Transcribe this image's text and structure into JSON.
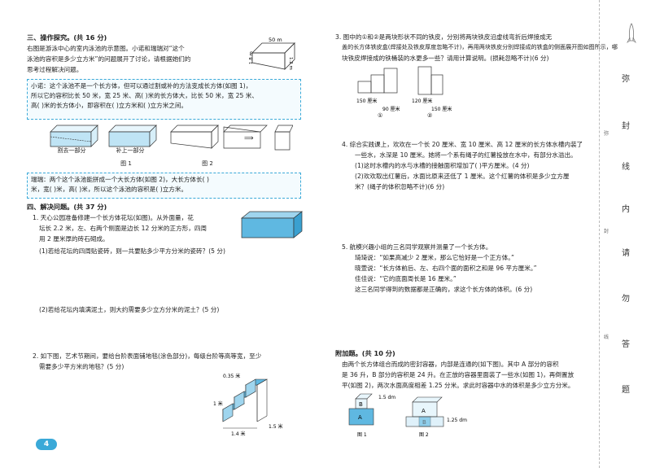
{
  "left": {
    "section3": {
      "heading": "三、操作探究。(共 16 分)",
      "intro": [
        "右图是游泳中心的室内泳池的示意图。小诺和瑞瑞对“这个",
        "泳池的容积是多少立方米”的问题展开了讨论，请根据她们的",
        "思考过程解决问题。"
      ],
      "pool_dims": {
        "length": "50 m",
        "depth_left": "1.8 m",
        "depth_right": "1.2 m"
      },
      "xiaonuo": [
        "小诺：这个泳池不是一个长方体，但可以通过割或补的方法变成长方体(如图 1)，",
        "所以它的容积比长 50 米，宽 25 米、高(      )米的长方体大，比长 50 米，宽 25 米、",
        "高(      )米的长方体小，即容积在(      )立方米和(      )立方米之间。"
      ],
      "fig1_labels": [
        "割去一部分",
        "补上一部分"
      ],
      "fig1_caption": "图 1",
      "fig2_caption": "图 2",
      "ruirui": [
        "瑞瑞：两个这个泳池能拼成一个大长方体(如图 2)，大长方体长(      )",
        "米，宽(      )米，高(      )米，所以这个泳池的容积是(      )立方米。"
      ]
    },
    "section4": {
      "heading": "四、解决问题。(共 37 分)",
      "q1": {
        "text": [
          "1. 天心公园准备修建一个长方体花坛(如图)。从外面量，花",
          "坛长 2.2 米，左、右两个侧面是边长 12 分米的正方形，四周",
          "用 2 厘米厚的砖石砌成。"
        ],
        "sub1": "(1)若给花坛的四周贴瓷砖，则一共要贴多少平方分米的瓷砖？(5 分)",
        "sub2": "(2)若给花坛内填满泥土，则大约需要多少立方分米的泥土？(5 分)"
      },
      "q2": {
        "text": [
          "2. 如下图，艺术节期间，要给台阶表面铺地毯(涂色部分)，每级台阶等高等宽，至少",
          "需要多少平方米的地毯？(5 分)"
        ],
        "labels": {
          "step_width": "0.35 米",
          "height": "1 米",
          "length": "1.4 米",
          "depth": "1.5 米"
        }
      }
    }
  },
  "right": {
    "q3": {
      "text": [
        "3. 图中的①和②是两块形状不同的铁皮，分别将两块铁皮沿虚线弯折后焊接成无",
        "盖的长方体铁皮盒(焊接处及铁皮厚度忽略不计)，再用两块铁皮分别焊接成的铁盒的侧面展开图如图所示，哪",
        "块铁皮焊接成的铁桶装的水更多一些？请用计算说明。(损耗忽略不计)(6 分)"
      ],
      "labels": {
        "a": "150 厘米",
        "b": "90 厘米",
        "c": "120 厘米",
        "d": "150 厘米"
      },
      "marks": [
        "①",
        "②"
      ]
    },
    "q4": {
      "text": [
        "4. 综合实践课上，欢欢在一个长 20 厘米、宽 10 厘米、高 12 厘米的长方体水槽内装了",
        "一些水，水深是 10 厘米。她将一个系有绳子的红薯投放在水中，有部分水溢出。",
        "(1)这时水槽内的水与水槽的接触面积增加了(      )平方厘米。(4 分)",
        "(2)欢欢取出红薯后，水面比原来还低了 1 厘米。这个红薯的体积是多少立方厘",
        "米？(绳子的体积忽略不计)(6 分)"
      ]
    },
    "q5": {
      "text": [
        "5. 航模兴趣小组的三名同学观察并测量了一个长方体。",
        "琦琦说：“如果高减少 2 厘米，那么它恰好是一个正方体。”",
        "晓萱说：“长方体前后、左、右四个面的面积之和是 96 平方厘米。”",
        "佳佳说：“它的底面周长是 16 厘米。”",
        "这三名同学得到的数据都是正确的，求这个长方体的体积。(6 分)"
      ]
    },
    "bonus": {
      "heading": "附加题。(共 10 分)",
      "text": [
        "由两个长方体组合而成的密封容器，内部是连通的(如下图)。其中 A 部分的容积",
        "是 36 升，B 部分的容积是 24 升。在正放的容器里面装了一些水(如图 1)，再倒置放",
        "平(如图 2)，两次水面高度相差 1.25 分米。求此时容器中水的体积是多少立方分米。"
      ],
      "labels": {
        "h1": "1.5 dm",
        "h2": "1.25 dm",
        "a": "A",
        "b": "B",
        "fig1": "图 1",
        "fig2": "图 2"
      }
    }
  },
  "sidebar": {
    "chars": [
      "弥",
      "封",
      "线",
      "内",
      "请",
      "勿",
      "答",
      "题"
    ],
    "small": [
      "弥",
      "封",
      "线"
    ]
  },
  "page_number": "4",
  "colors": {
    "accent": "#3aa9d8",
    "water": "#bfe4f5"
  }
}
